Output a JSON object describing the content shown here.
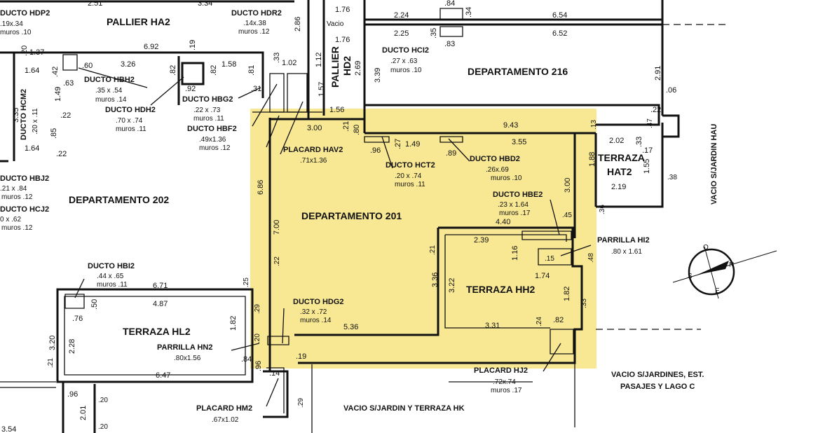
{
  "colors": {
    "highlight": "#f7e481",
    "line": "#111111",
    "background": "#ffffff"
  },
  "rooms": {
    "dept201": "DEPARTAMENTO 201",
    "dept202": "DEPARTAMENTO 202",
    "dept216": "DEPARTAMENTO 216",
    "terraza_hh2": "TERRAZA HH2",
    "terraza_hl2": "TERRAZA HL2",
    "terraza_hat2_a": "TERRAZA",
    "terraza_hat2_b": "HAT2",
    "pallier_ha2": "PALLIER HA2",
    "pallier_hd2_a": "PALLIER",
    "pallier_hd2_b": "HD2",
    "vacio_jardin_hau": "VACIO S/JARDIN HAU",
    "vacio_jardin_terraza_hk": "VACIO S/JARDIN Y TERRAZA HK",
    "vacio_jardines_a": "VACIO S/JARDINES, EST.",
    "vacio_jardines_b": "PASAJES Y LAGO C",
    "vacio_small": "Vacio"
  },
  "labels": {
    "ducto_hdp2": {
      "name": "DUCTO HDP2",
      "dims": ".19x.34",
      "muros": "muros .10"
    },
    "ducto_hdr2": {
      "name": "DUCTO HDR2",
      "dims": ".14x.38",
      "muros": "muros .12"
    },
    "ducto_hci2": {
      "name": "DUCTO HCI2",
      "dims": ".27 x .63",
      "muros": "muros .10"
    },
    "ducto_hbh2": {
      "name": "DUCTO HBH2",
      "dims": ".35 x .54",
      "muros": "muros .14"
    },
    "ducto_hdh2": {
      "name": "DUCTO HDH2",
      "dims": ".70 x .74",
      "muros": "muros .11"
    },
    "ducto_hbg2": {
      "name": "DUCTO HBG2",
      "dims": ".22 x .73",
      "muros": "muros .11"
    },
    "ducto_hbf2": {
      "name": "DUCTO HBF2",
      "dims": ".49x1.36",
      "muros": "muros .12"
    },
    "placard_hav2": {
      "name": "PLACARD HAV2",
      "dims": ".71x1.36"
    },
    "ducto_hct2": {
      "name": "DUCTO HCT2",
      "dims": ".20 x .74",
      "muros": "muros .11"
    },
    "ducto_hbd2": {
      "name": "DUCTO HBD2",
      "dims": ".26x.69",
      "muros": "muros .10"
    },
    "ducto_hbe2": {
      "name": "DUCTO HBE2",
      "dims": ".23 x 1.64",
      "muros": "muros .17"
    },
    "parrilla_hi2": {
      "name": "PARRILLA HI2",
      "dims": ".80 x 1.61"
    },
    "ducto_hbi2": {
      "name": "DUCTO HBI2",
      "dims": ".44 x .65",
      "muros": "muros .11"
    },
    "ducto_hdg2": {
      "name": "DUCTO HDG2",
      "dims": ".32 x .72",
      "muros": "muros .14"
    },
    "parrilla_hn2": {
      "name": "PARRILLA HN2",
      "dims": ".80x1.56"
    },
    "placard_hj2": {
      "name": "PLACARD HJ2",
      "dims": ".72x.74",
      "muros": "muros .17"
    },
    "placard_hm2": {
      "name": "PLACARD HM2",
      "dims": ".67x1.02"
    },
    "ducto_hcm2": {
      "name": "DUCTO HCM2",
      "dims": ".20 x .11"
    },
    "ducto_hbj2": {
      "name": "DUCTO HBJ2",
      "dims": ".21 x .84",
      "muros": "muros .12"
    },
    "ducto_hcj2": {
      "name": "DUCTO HCJ2",
      "dims": "0 x .62",
      "muros": "muros .12"
    }
  },
  "dimensions": {
    "d251": "2.51",
    "d334": "3.34",
    "d176a": "1.76",
    "d176b": "1.76",
    "d224": "2.24",
    "d225": "2.25",
    "d654": "6.54",
    "d652": "6.52",
    "d084": ".84",
    "d083": ".83",
    "d034": ".34",
    "d035a": ".35",
    "d137": "1.37",
    "d020a": ".20",
    "d326": "3.26",
    "d692": "6.92",
    "d019a": ".19",
    "d158": "1.58",
    "d102": "1.02",
    "d112": "1.12",
    "d286": "2.86",
    "d033": ".33",
    "d021a": ".21",
    "d060": ".60",
    "d063": ".63",
    "d082a": ".82",
    "d092": ".92",
    "d082b": ".82",
    "d081": ".81",
    "d031": ".31",
    "d164a": "1.64",
    "d042": ".42",
    "d164b": "1.64",
    "d335": "3.35",
    "d149": "1.49",
    "d022a": ".22",
    "d085": ".85",
    "d022b": ".22",
    "d157": "1.57",
    "d156": "1.56",
    "d269": "2.69",
    "d339": "3.39",
    "d291": "2.91",
    "d006": ".06",
    "d022c": ".22",
    "d300a": "3.00",
    "d021b": ".21",
    "d080": ".80",
    "d943": "9.43",
    "d355": "3.55",
    "d149b": "1.49",
    "d027": ".27",
    "d096": ".96",
    "d089": ".89",
    "d202": "2.02",
    "d033b": ".33",
    "d017": ".17",
    "d188": "1.88",
    "d155": "1.55",
    "d219": "2.19",
    "d686": "6.86",
    "d700": "7.00",
    "d300b": "3.00",
    "d440": "4.40",
    "d239": "2.39",
    "d116": "1.16",
    "d174": "1.74",
    "d336": "3.36",
    "d322": "3.22",
    "d182a": "1.82",
    "d331": "3.31",
    "d082c": ".82",
    "d536": "5.36",
    "d671": "6.71",
    "d487": "4.87",
    "d050": ".50",
    "d076": ".76",
    "d182b": "1.82",
    "d320": "3.20",
    "d228": "2.28",
    "d647": "6.47",
    "d084b": ".84",
    "d096b": ".96",
    "d014": ".14",
    "d019b": ".19",
    "d201": "2.01",
    "d354": "3.54",
    "d015": ".15",
    "d045": ".45",
    "d048": ".48",
    "d033c": ".33",
    "d024": ".24",
    "d021c": ".21",
    "d022d": ".22",
    "d025": ".25",
    "d029": ".29",
    "d020b": ".20",
    "d020c": ".20",
    "d020d": ".20",
    "d096c": ".96",
    "d021d": ".21",
    "d013": ".13",
    "d047": ".47",
    "d038": ".38",
    "d036": ".36",
    "d029b": ".29"
  },
  "compass": {
    "n": "N",
    "s": "S",
    "o": "O",
    "e": "E"
  }
}
